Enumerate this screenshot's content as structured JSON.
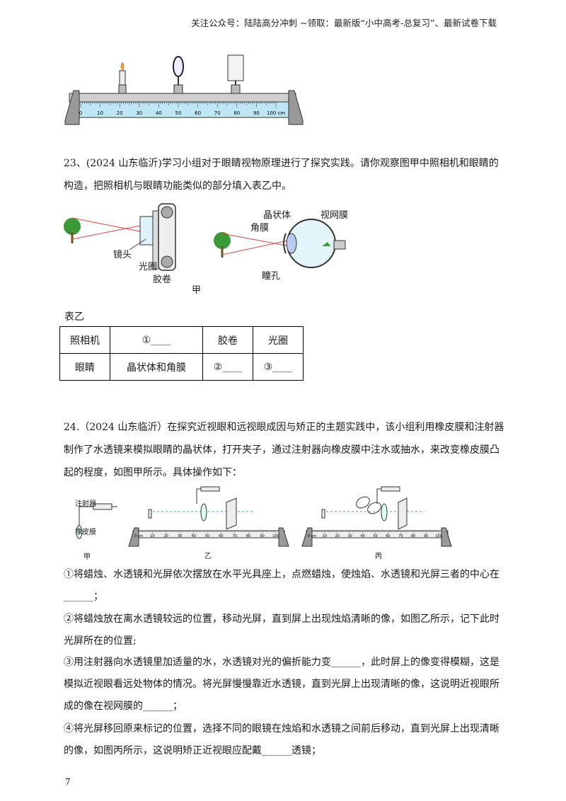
{
  "header": {
    "text": "关注公众号：陆陆高分冲刺  ~领取：最新版“小中高考-总复习”、最新试卷下载"
  },
  "top_bench": {
    "ticks": [
      "0",
      "10",
      "20",
      "30",
      "40",
      "50",
      "60",
      "70",
      "80",
      "90",
      "100 cm"
    ]
  },
  "q23": {
    "text": "23、(2024 山东临沂)学习小组对于眼睛视物原理进行了探究实践。请你观察图甲中照相机和眼睛的构造，把照相机与眼睛功能类似的部分填入表乙中。",
    "camera_labels": {
      "lens": "镜头",
      "aperture": "光圈",
      "film": "胶卷"
    },
    "eye_labels": {
      "crystalline": "晶状体",
      "retina": "视网膜",
      "cornea": "角膜",
      "pupil": "瞳孔"
    },
    "figure_caption": "甲",
    "table_title": "表乙",
    "table": [
      [
        "照相机",
        "①____",
        "胶卷",
        "光圈"
      ],
      [
        "眼睛",
        "晶状体和角膜",
        "②____",
        "③____"
      ]
    ]
  },
  "q24": {
    "intro": "24.（2024 山东临沂）在探究近视眼和远视眼成因与矫正的主题实践中，该小组利用橡皮膜和注射器制作了水透镜来模拟眼睛的晶状体，打开夹子，通过注射器向橡皮膜中注水或抽水，来改变橡皮膜凸起的程度，如图甲所示。具体操作如下：",
    "fig_labels": {
      "syringe": "注射器",
      "membrane": "橡皮膜",
      "jia": "甲",
      "yi": "乙",
      "bing": "丙"
    },
    "bench_ticks": [
      "0 cm",
      "10",
      "20",
      "30",
      "40",
      "50",
      "60",
      "70",
      "80",
      "90",
      "100"
    ],
    "steps": [
      "①将蜡烛、水透镜和光屏依次摆放在水平光具座上，点燃蜡烛，使烛焰、水透镜和光屏三者的中心在______；",
      "②将蜡烛放在离水透镜较远的位置，移动光屏，直到屏上出现烛焰清晰的像，如图乙所示，记下此时光屏所在的位置;",
      "③用注射器向水透镜里加适量的水，水透镜对光的偏折能力变______，此时屏上的像变得模糊，这是模拟近视眼看远处物体的情况。将光屏慢慢靠近水透镜，直到光屏上出现清晰的像，这说明近视眼所成的像在视网膜的______；",
      "④将光屏移回原来标记的位置，选择不同的眼镜在烛焰和水透镜之间前后移动，直到光屏上出现清晰的像，如图丙所示，这说明矫正近视眼应配戴______透镜；"
    ]
  },
  "page_number": "7"
}
